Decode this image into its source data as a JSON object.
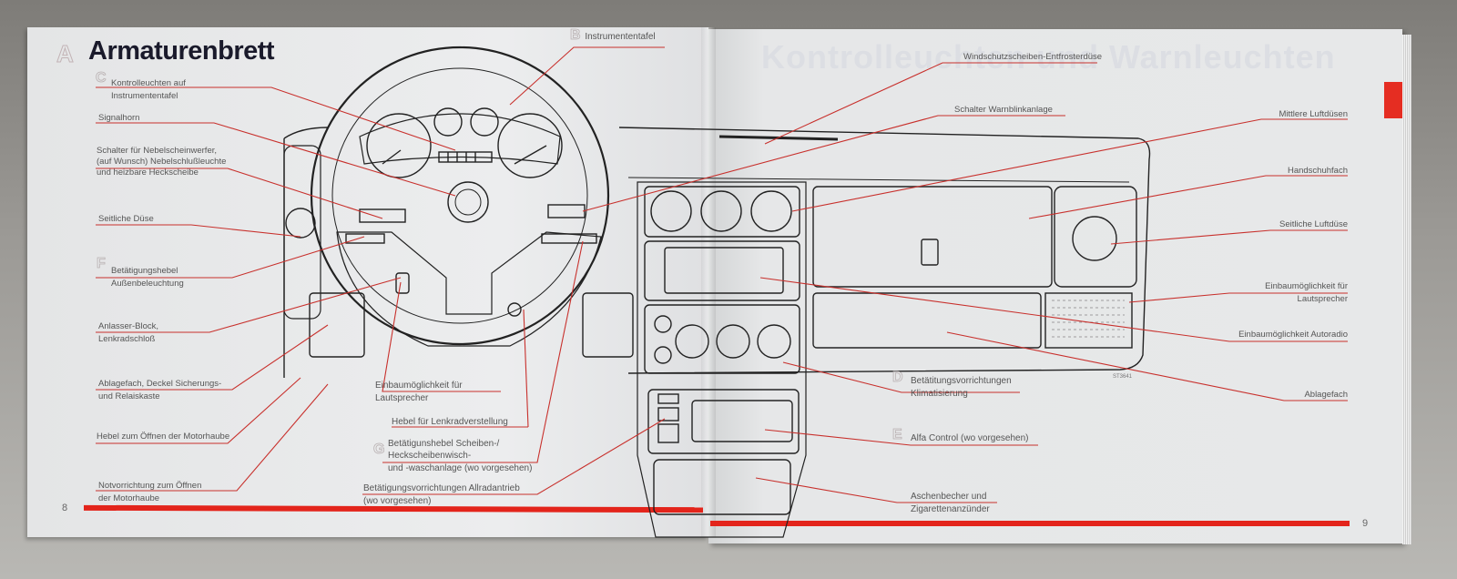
{
  "document": {
    "title_letter": "A",
    "title": "Armaturenbrett",
    "ghost_heading": "Kontrolleuchten und Warnleuchten",
    "art_code": "ST3641",
    "page_left_number": "8",
    "page_right_number": "9",
    "colors": {
      "accent_red": "#e3241b",
      "leader_line": "#c8302c",
      "text": "#555555",
      "title": "#1a1a2b",
      "paper": "#e9eaea"
    }
  },
  "labels_left": [
    {
      "letter": "C",
      "line1": "Kontrolleuchten auf",
      "line2": "Instrumententafel"
    },
    {
      "letter": "",
      "line1": "Signalhorn",
      "line2": ""
    },
    {
      "letter": "",
      "line0": "Schalter für Nebelscheinwerfer,",
      "line1": "(auf Wunsch) Nebelschlußleuchte",
      "line2": "und heizbare Heckscheibe"
    },
    {
      "letter": "",
      "line1": "Seitliche Düse",
      "line2": ""
    },
    {
      "letter": "F",
      "line1": "Betätigungshebel",
      "line2": "Außenbeleuchtung"
    },
    {
      "letter": "",
      "line1": "Anlasser-Block,",
      "line2": "Lenkradschloß"
    },
    {
      "letter": "",
      "line1": "Ablagefach, Deckel Sicherungs-",
      "line2": "und Relaiskaste"
    },
    {
      "letter": "",
      "line1": "Hebel zum Öffnen der Motorhaube",
      "line2": ""
    },
    {
      "letter": "",
      "line1": "Notvorrichtung zum Öffnen",
      "line2": "der Motorhaube"
    }
  ],
  "labels_center": [
    {
      "letter": "B",
      "line1": "Instrumententafel",
      "line2": ""
    },
    {
      "letter": "",
      "line1": "Einbaumöglichkeit für",
      "line2": "Lautsprecher"
    },
    {
      "letter": "",
      "line1": "Hebel für Lenkradverstellung",
      "line2": ""
    },
    {
      "letter": "G",
      "line0": "Betätigunshebel Scheiben-/",
      "line1": "Heckscheibenwisch-",
      "line2": "und -waschanlage (wo vorgesehen)"
    },
    {
      "letter": "",
      "line1": "Betätigungsvorrichtungen Allradantrieb",
      "line2": "(wo vorgesehen)"
    }
  ],
  "labels_right": [
    {
      "letter": "",
      "line1": "Windschutzscheiben-Entfrosterdüse",
      "line2": ""
    },
    {
      "letter": "",
      "line1": "Schalter Warnblinkanlage",
      "line2": ""
    },
    {
      "letter": "",
      "line1": "Mittlere Luftdüsen",
      "line2": ""
    },
    {
      "letter": "",
      "line1": "Handschuhfach",
      "line2": ""
    },
    {
      "letter": "",
      "line1": "Seitliche Luftdüse",
      "line2": ""
    },
    {
      "letter": "",
      "line1": "Einbaumöglichkeit für",
      "line2": "Lautsprecher"
    },
    {
      "letter": "",
      "line1": "Einbaumöglichkeit Autoradio",
      "line2": ""
    },
    {
      "letter": "",
      "line1": "Ablagefach",
      "line2": ""
    },
    {
      "letter": "D",
      "line1": "Betätitungsvorrichtungen",
      "line2": "Klimatisierung"
    },
    {
      "letter": "E",
      "line1": "Alfa Control (wo vorgesehen)",
      "line2": ""
    },
    {
      "letter": "",
      "line1": "Aschenbecher und",
      "line2": "Zigarettenanzünder"
    }
  ]
}
